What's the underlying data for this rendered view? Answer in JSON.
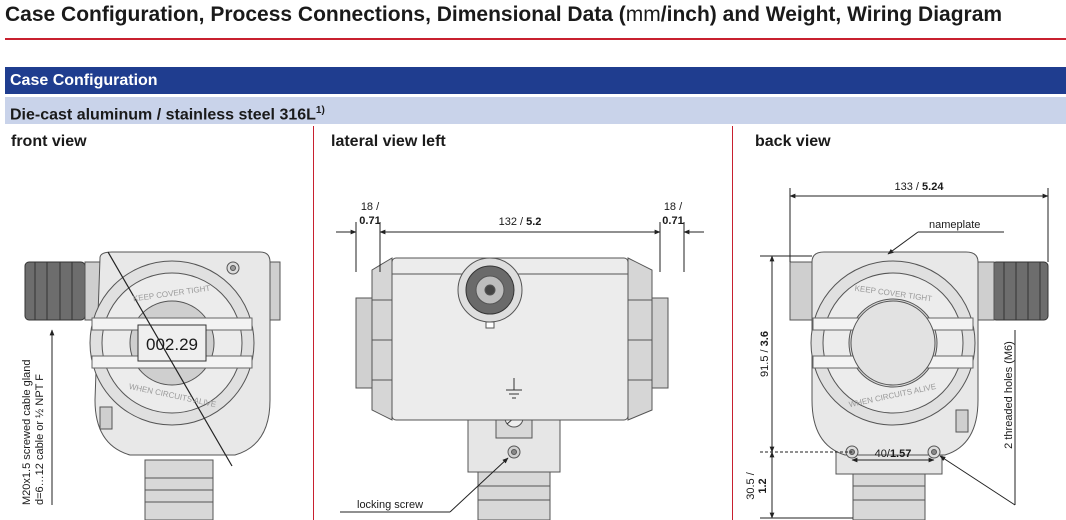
{
  "page": {
    "title_part1": "Case Configuration, Process Connections, Dimensional Data (",
    "title_unit_mm": "mm",
    "title_slash": "/",
    "title_part2": "inch) and Weight, Wiring Diagram"
  },
  "section": {
    "header": "Case Configuration",
    "subheader": "Die-cast aluminum / stainless steel 316L",
    "subheader_footnote": "1)"
  },
  "views": {
    "front": {
      "label": "front view",
      "display_value": "002.29",
      "cable_gland_line1": "M20x1.5 screwed cable gland",
      "cable_gland_line2": "d=6…12 cable or ½ NPT F",
      "cover_text": "KEEP COVER TIGHT",
      "cover_text2": "WHEN CIRCUITS ALIVE"
    },
    "lateral": {
      "label": "lateral view left",
      "dim_left_top": "18 /",
      "dim_left_bottom": "0.71",
      "dim_mid_mm": "132 / ",
      "dim_mid_in": "5.2",
      "dim_right_top": "18 /",
      "dim_right_bottom": "0.71",
      "locking_screw": "locking screw"
    },
    "back": {
      "label": "back view",
      "dim_width_mm": "133 / ",
      "dim_width_in": "5.24",
      "nameplate": "nameplate",
      "dim_height_mm": "91.5 / ",
      "dim_height_in": "3.6",
      "dim_base_mm": "30.5 /",
      "dim_base_in": "1.2",
      "dim_holes_mm": "40/",
      "dim_holes_in": "1.57",
      "threaded_holes": "2 threaded holes (M6)"
    }
  }
}
